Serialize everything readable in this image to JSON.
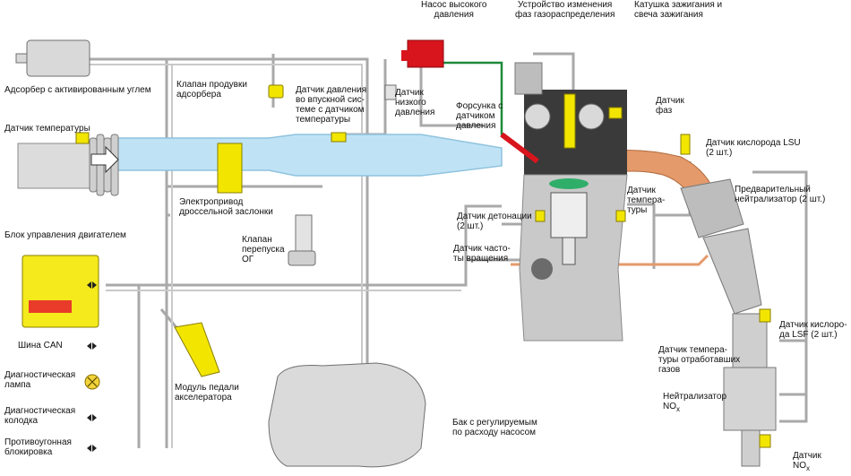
{
  "colors": {
    "intake": "#bfe3f5",
    "intake_edge": "#8fc3de",
    "wire": "#9c9c9c",
    "engine_body": "#c9c9c9",
    "sensor_yellow": "#f2e600",
    "pump_red": "#d8141c",
    "fuel_green": "#1e8a3a",
    "exhaust_orange": "#e59a6b",
    "ecu_yellow": "#f4ea1c",
    "ecu_red": "#e83b2a",
    "warning_lamp": "#f2d33a"
  },
  "labels": {
    "adsorber": "Адсорбер с активированным углем",
    "purge_valve": "Клапан продувки\nадсорбера",
    "temp_sensor": "Датчик температуры",
    "pressure_sensor": "Датчик давления\nво впускной сис-\nтеме с датчиком\nтемпературы",
    "hp_pump": "Насос высокого\nдавления",
    "lp_sensor": "Датчик\nнизкого\nдавления",
    "phase_device": "Устройство изменения\nфаз газораспределения",
    "ignition_coil": "Катушка зажигания и\nсвеча зажигания",
    "phase_sensor": "Датчик\nфаз",
    "injector": "Форсунка с\nдатчиком\nдавления",
    "lsu_sensor": "Датчик кислорода LSU\n(2 шт.)",
    "throttle": "Электропривод\nдроссельной заслонки",
    "ecu": "Блок управления двигателем",
    "egr_valve": "Клапан\nперепуска\nОГ",
    "knock_sensor": "Датчик детонации\n(2 шт.)",
    "coolant_temp": "Датчик\nтемпера-\nтуры",
    "precat": "Предварительный\nнейтрализатор (2 шт.)",
    "speed_sensor": "Датчик часто-\nты вращения",
    "can_bus": "Шина CAN",
    "diag_lamp": "Диагностическая\nлампа",
    "diag_socket": "Диагностическая\nколодка",
    "immobilizer": "Противоугонная\nблокировка",
    "pedal": "Модуль педали\nакселератора",
    "fuel_tank": "Бак с регулируемым\nпо расходу насосом",
    "lsf_sensor": "Датчик кислоро-\nда LSF (2 шт.)",
    "egt_sensor": "Датчик темпера-\nтуры отработавших\nгазов",
    "nox_cat": "Нейтрализатор\nNO",
    "nox_cat_sub": "x",
    "nox_sensor": "Датчик\nNO",
    "nox_sensor_sub": "x"
  }
}
